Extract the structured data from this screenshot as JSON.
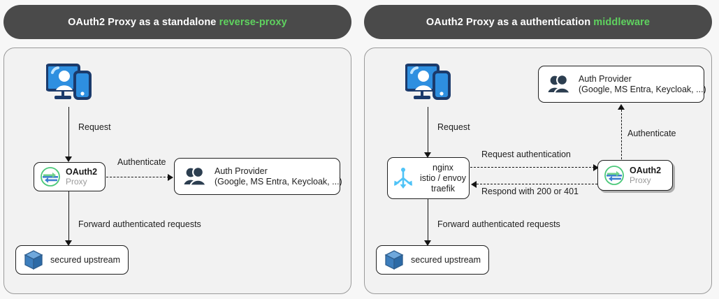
{
  "page": {
    "background": "#f7f7f7",
    "title_bar_color": "#4a4a4a",
    "accent_green": "#5fd35f"
  },
  "panels": [
    {
      "id": "standalone",
      "title_prefix": "OAuth2 Proxy as a standalone ",
      "title_accent": "reverse-proxy",
      "nodes": {
        "client": {
          "icon": "user-workstation-icon"
        },
        "proxy": {
          "icon": "oauth2-proxy-logo-icon",
          "name": "OAuth2",
          "sub": "Proxy"
        },
        "auth_provider": {
          "icon": "auth-provider-people-icon",
          "line1": "Auth Provider",
          "line2": "(Google, MS Entra, Keycloak, ...)"
        },
        "upstream": {
          "icon": "secured-upstream-cube-icon",
          "label": "secured upstream"
        }
      },
      "edges": {
        "request": "Request",
        "authenticate": "Authenticate",
        "forward": "Forward authenticated requests"
      }
    },
    {
      "id": "middleware",
      "title_prefix": "OAuth2 Proxy as a authentication ",
      "title_accent": "middleware",
      "nodes": {
        "client": {
          "icon": "user-workstation-icon"
        },
        "gateway": {
          "icon": "service-mesh-arrows-icon",
          "line1": "nginx",
          "line2": "istio / envoy",
          "line3": "traefik"
        },
        "proxy": {
          "icon": "oauth2-proxy-logo-icon",
          "name": "OAuth2",
          "sub": "Proxy"
        },
        "auth_provider": {
          "icon": "auth-provider-people-icon",
          "line1": "Auth Provider",
          "line2": "(Google, MS Entra, Keycloak, ...)"
        },
        "upstream": {
          "icon": "secured-upstream-cube-icon",
          "label": "secured upstream"
        }
      },
      "edges": {
        "request": "Request",
        "request_authentication": "Request authentication",
        "respond": "Respond with 200 or 401",
        "authenticate": "Authenticate",
        "forward": "Forward authenticated requests"
      }
    }
  ]
}
